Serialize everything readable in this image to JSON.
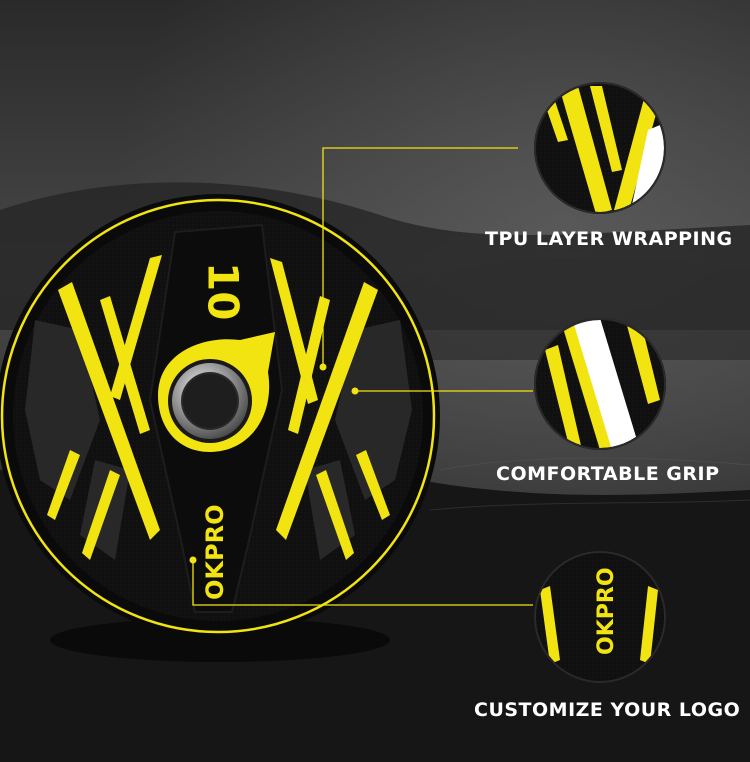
{
  "plate": {
    "weight_label": "10",
    "brand_label": "OKPRO"
  },
  "features": [
    {
      "label": "TPU LAYER WRAPPING",
      "icon": "tpu-detail-icon"
    },
    {
      "label": "COMFORTABLE GRIP",
      "icon": "grip-detail-icon"
    },
    {
      "label": "CUSTOMIZE YOUR LOGO",
      "icon": "logo-detail-icon"
    }
  ],
  "colors": {
    "accent": "#f2e411",
    "plate": "#0d0d0d",
    "background": "#1a1a1a",
    "label": "#ffffff"
  }
}
